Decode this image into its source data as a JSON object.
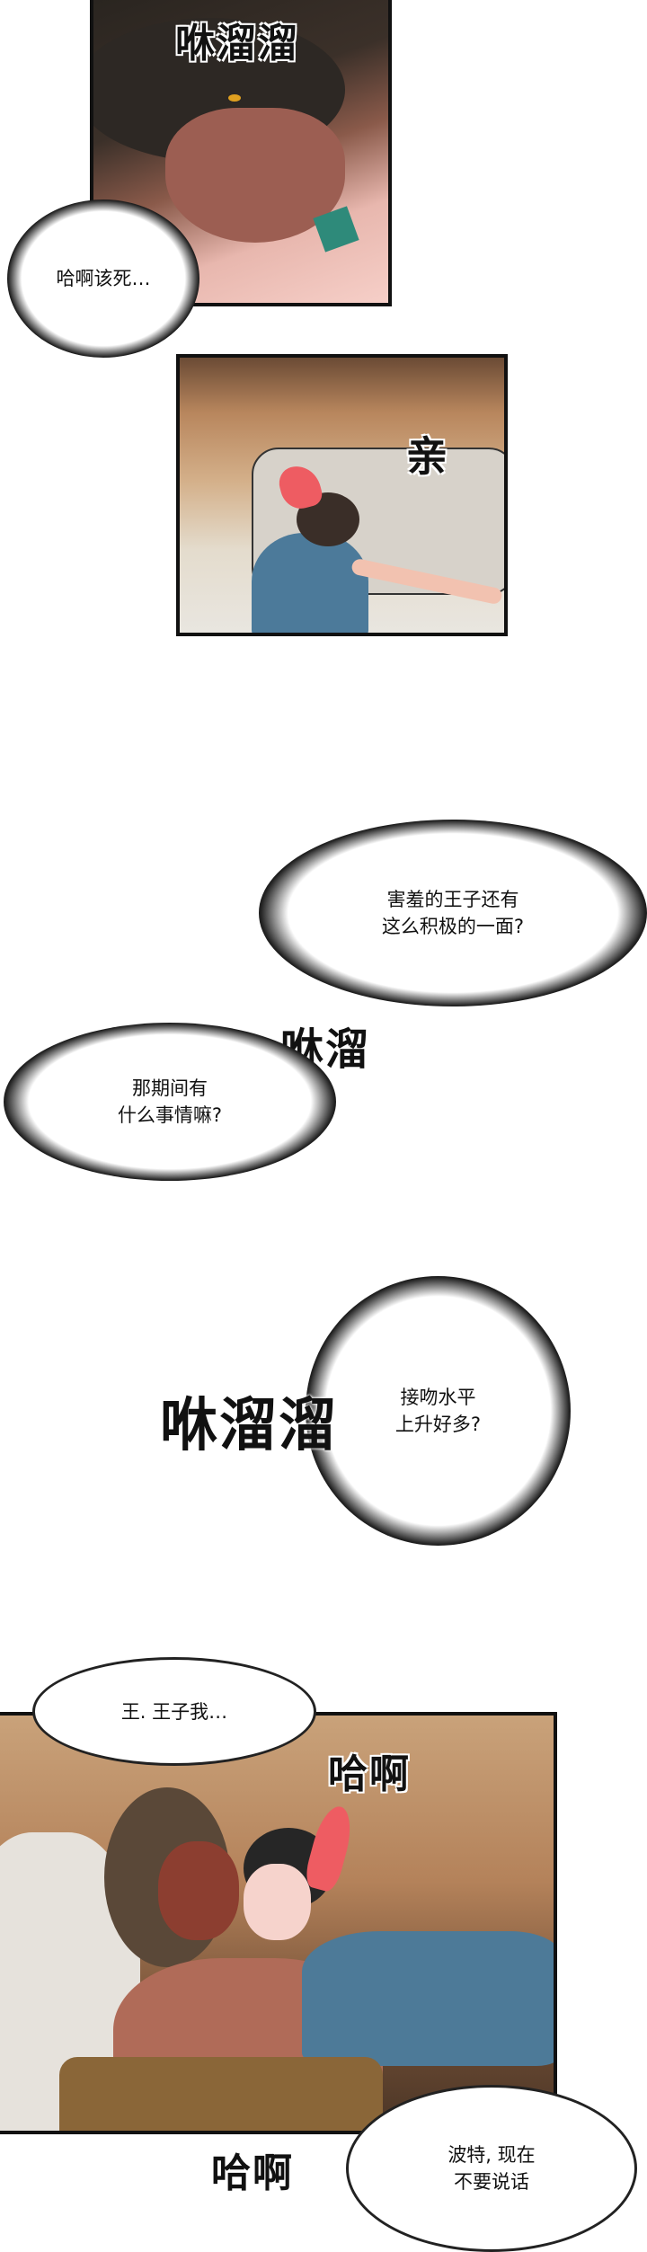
{
  "panels": [
    {
      "sfx": "咻溜溜",
      "bubble": "哈啊该死…"
    },
    {
      "sfx": "亲"
    }
  ],
  "interlude": {
    "bubble_1": "害羞的王子还有\n这么积极的一面?",
    "sfx_1": "咻溜",
    "bubble_2": "那期间有\n什么事情嘛?",
    "bubble_3": "接吻水平\n上升好多?",
    "sfx_2": "咻溜溜"
  },
  "final_panel": {
    "speech_1": "王. 王子我…",
    "sfx_top": "哈啊",
    "sfx_bottom": "哈啊",
    "speech_2": "波特, 现在\n不要说话"
  }
}
